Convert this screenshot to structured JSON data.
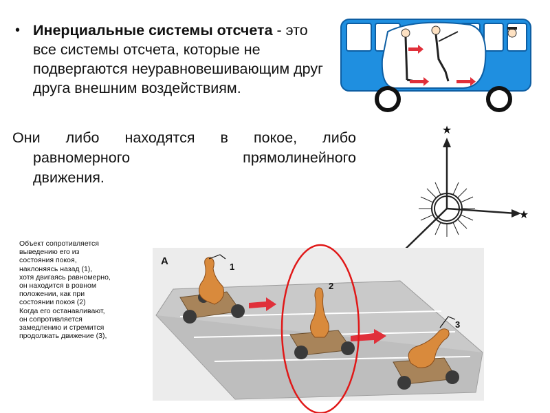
{
  "bullet": {
    "term": "Инерциальные системы отсчета",
    "rest": " - это все системы отсчета, которые не подвергаются неуравновешивающим друг друга внешним воздействиям."
  },
  "paragraph": {
    "line1_words": [
      "Они",
      "либо",
      "находятся",
      "в",
      "покое,",
      "либо"
    ],
    "line2_words": [
      "равномерного",
      "прямолинейного"
    ],
    "line3": "движения."
  },
  "caption": {
    "text": "Объект сопротивляется\nвыведению его из\nсостояния покоя,\nнаклоняясь назад (1),\nхотя двигаясь равномерно,\nон находится в ровном\nположении, как при\nсостоянии покоя (2)\nКогда его останавливают,\nон сопротивляется\nзамедлению и стремится\nпродолжать движение (3),"
  },
  "illustration": {
    "panel_letter": "А",
    "marker_1": "1",
    "marker_2": "2",
    "marker_3": "3"
  },
  "colors": {
    "bus_blue": "#1f8fe0",
    "arrow_red": "#e0303a",
    "ellipse_red": "#e01818",
    "platform_gray": "#c9c9c9",
    "pin_orange": "#d98a3c"
  },
  "icons": [
    "bus-illustration",
    "star-icon",
    "sun-icon",
    "bowling-pin-cart"
  ]
}
